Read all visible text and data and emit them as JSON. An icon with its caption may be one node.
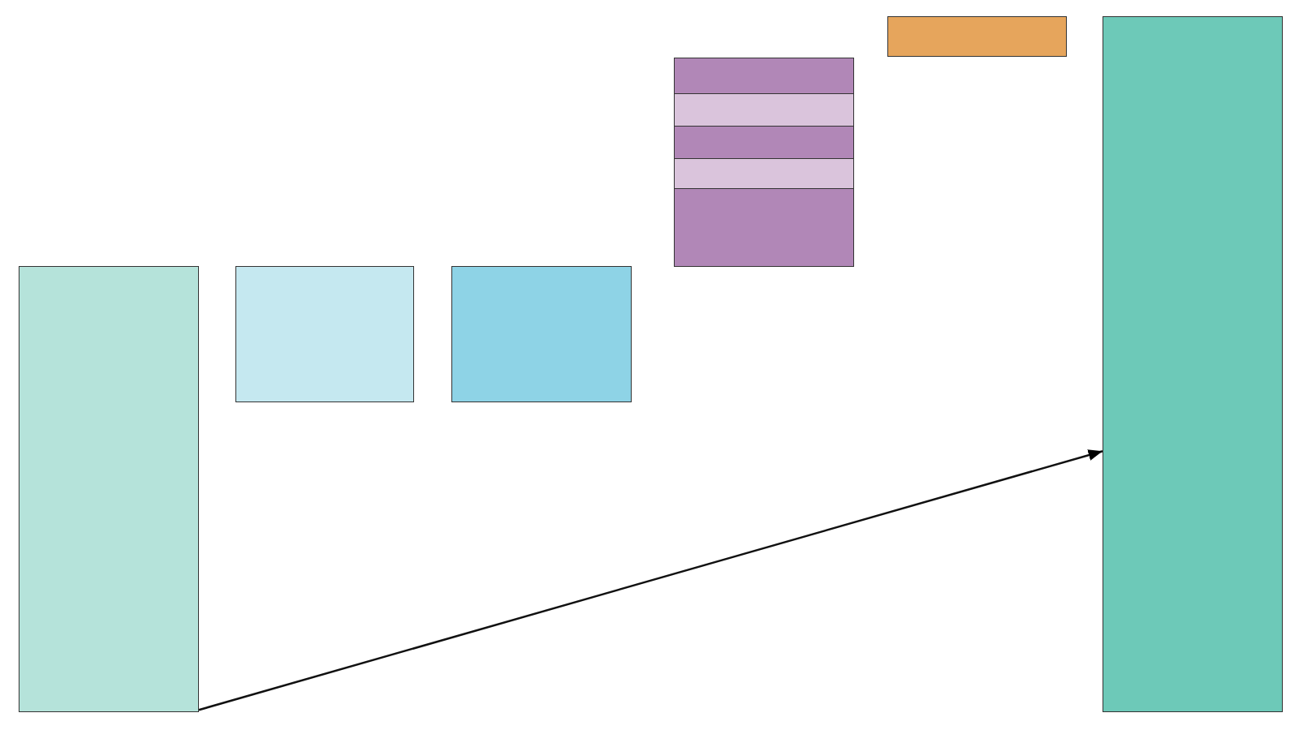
{
  "diagram": {
    "nodes": [
      {
        "text": [],
        "shape": "box"
      },
      {
        "text": [],
        "shape": "box"
      },
      {
        "text": [],
        "shape": "box"
      },
      {
        "text": [],
        "shape": "box"
      },
      {
        "text": [],
        "shape": "box",
        "in": 3
      },
      {
        "text": [],
        "shape": "box",
        "in": 3
      },
      {
        "text": [],
        "shape": "box",
        "in": 3
      },
      {
        "text": [],
        "shape": "box",
        "in": 3
      },
      {
        "text": [],
        "shape": "box",
        "in": 3
      },
      {
        "text": [],
        "shape": "box"
      },
      {
        "text": [],
        "shape": "box"
      }
    ],
    "edges": [
      {
        "from": 0,
        "to": 10,
        "arrow": "to"
      }
    ]
  }
}
